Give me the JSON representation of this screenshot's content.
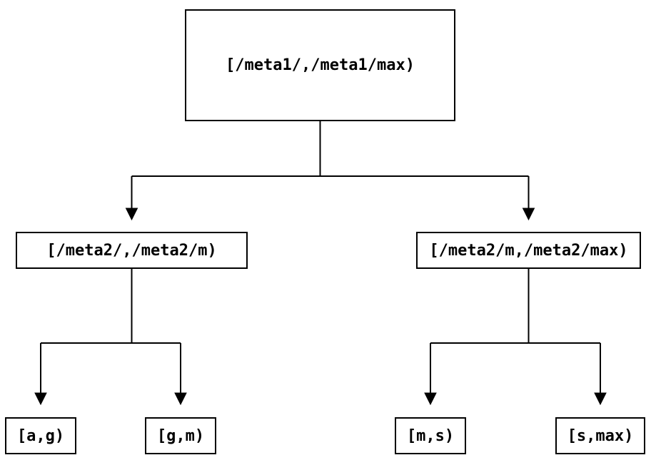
{
  "diagram": {
    "type": "tree",
    "description": "Interval partition tree with three levels connected by downward arrows",
    "nodes": {
      "root": {
        "label": "[/meta1/,/meta1/max)"
      },
      "level2_left": {
        "label": "[/meta2/,/meta2/m)"
      },
      "level2_right": {
        "label": "[/meta2/m,/meta2/max)"
      },
      "leaf_a_g": {
        "label": "[a,g)"
      },
      "leaf_g_m": {
        "label": "[g,m)"
      },
      "leaf_m_s": {
        "label": "[m,s)"
      },
      "leaf_s_max": {
        "label": "[s,max)"
      }
    },
    "edges": [
      {
        "from": "root",
        "to": "level2_left"
      },
      {
        "from": "root",
        "to": "level2_right"
      },
      {
        "from": "level2_left",
        "to": "leaf_a_g"
      },
      {
        "from": "level2_left",
        "to": "leaf_g_m"
      },
      {
        "from": "level2_right",
        "to": "leaf_m_s"
      },
      {
        "from": "level2_right",
        "to": "leaf_s_max"
      }
    ]
  },
  "colors": {
    "line": "#000000",
    "bg": "#ffffff",
    "text": "#000000"
  }
}
